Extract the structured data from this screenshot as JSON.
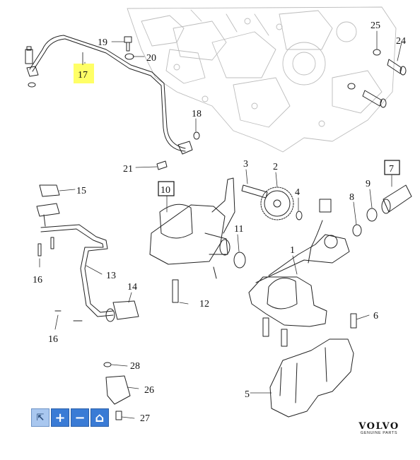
{
  "diagram": {
    "highlight_color": "#ffff66",
    "line_color": "#222222",
    "callouts": [
      {
        "id": "1",
        "label": "1"
      },
      {
        "id": "2",
        "label": "2"
      },
      {
        "id": "3",
        "label": "3"
      },
      {
        "id": "4",
        "label": "4"
      },
      {
        "id": "5",
        "label": "5"
      },
      {
        "id": "6",
        "label": "6"
      },
      {
        "id": "7",
        "label": "7"
      },
      {
        "id": "8",
        "label": "8"
      },
      {
        "id": "9",
        "label": "9"
      },
      {
        "id": "10",
        "label": "10"
      },
      {
        "id": "11",
        "label": "11"
      },
      {
        "id": "12",
        "label": "12"
      },
      {
        "id": "13",
        "label": "13"
      },
      {
        "id": "14",
        "label": "14"
      },
      {
        "id": "15",
        "label": "15"
      },
      {
        "id": "16a",
        "label": "16"
      },
      {
        "id": "16b",
        "label": "16"
      },
      {
        "id": "17",
        "label": "17"
      },
      {
        "id": "18",
        "label": "18"
      },
      {
        "id": "19",
        "label": "19"
      },
      {
        "id": "20",
        "label": "20"
      },
      {
        "id": "21",
        "label": "21"
      },
      {
        "id": "24",
        "label": "24"
      },
      {
        "id": "25",
        "label": "25"
      },
      {
        "id": "26",
        "label": "26"
      },
      {
        "id": "27",
        "label": "27"
      },
      {
        "id": "28",
        "label": "28"
      }
    ]
  },
  "toolbar": {
    "buttons": [
      {
        "name": "select-tool-button",
        "icon": "cursor-icon",
        "glyph": "⇱"
      },
      {
        "name": "zoom-in-button",
        "icon": "plus-icon",
        "glyph": "+"
      },
      {
        "name": "zoom-out-button",
        "icon": "minus-icon",
        "glyph": "−"
      },
      {
        "name": "home-button",
        "icon": "home-icon",
        "glyph": "⌂"
      }
    ],
    "accent": "#3a7bd5"
  },
  "brand": {
    "logo": "VOLVO",
    "sub": "GENUINE PARTS"
  }
}
